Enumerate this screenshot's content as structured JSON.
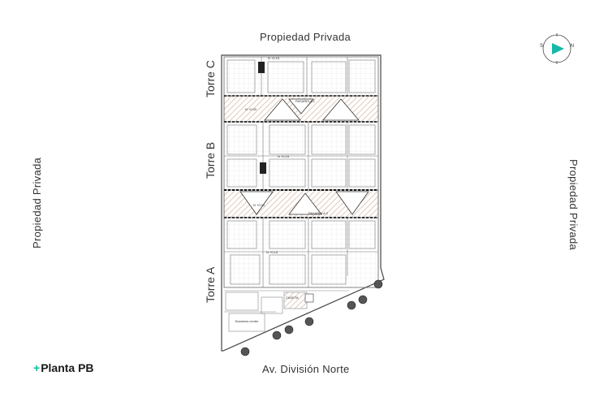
{
  "labels": {
    "top": "Propiedad Privada",
    "bottom": "Av. División Norte",
    "left": "Propiedad Privada",
    "right": "Propiedad Privada"
  },
  "towers": {
    "c": "Torre C",
    "b": "Torre B",
    "a": "Torre A"
  },
  "plan_title": {
    "prefix": "+",
    "text": "Planta PB"
  },
  "compass": {
    "south": "S",
    "north": "N",
    "arrow_color": "#14b8a6"
  },
  "plan_annotations": {
    "level_1": "N +0.15",
    "level_2": "N +0.00",
    "level_3": "N +0.15",
    "level_4": "N +0.00",
    "level_5": "N +0.15",
    "passage_1": "PASARELA 1",
    "passage_2": "PASARELA 2",
    "business": "Business center",
    "guard": "CASETA"
  },
  "colors": {
    "accent": "#14b8a6",
    "line": "#555555",
    "hatch": "#e9d8cc"
  }
}
